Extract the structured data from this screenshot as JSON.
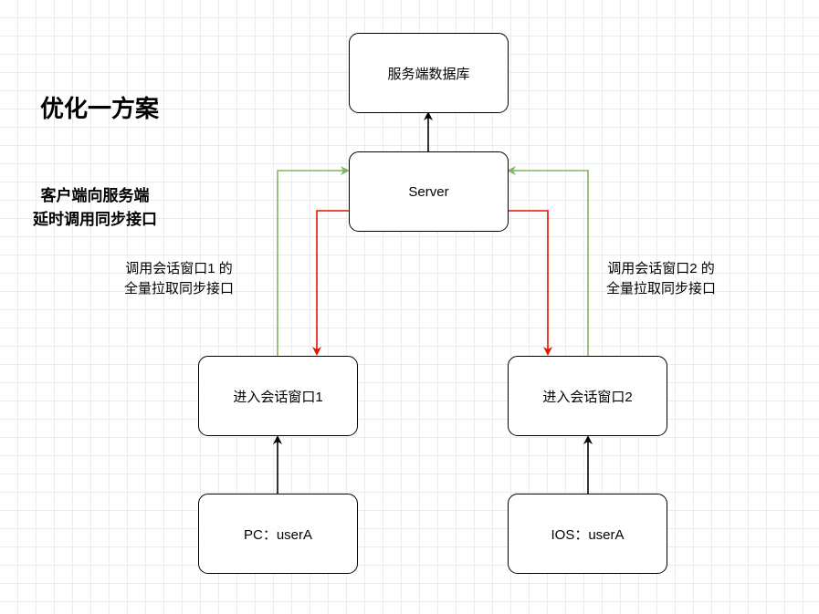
{
  "title": "优化一方案",
  "subtitle": {
    "line1": "客户端向服务端",
    "line2": "延时调用同步接口"
  },
  "nodes": {
    "database": "服务端数据库",
    "server": "Server",
    "session1": "进入会话窗口1",
    "session2": "进入会话窗口2",
    "pc_user": "PC：userA",
    "ios_user": "IOS：userA"
  },
  "edge_labels": {
    "left": {
      "line1": "调用会话窗口1 的",
      "line2": "全量拉取同步接口"
    },
    "right": {
      "line1": "调用会话窗口2 的",
      "line2": "全量拉取同步接口"
    }
  },
  "colors": {
    "request_edge": "#82b366",
    "response_edge": "#e51400",
    "default_edge": "#000000"
  }
}
